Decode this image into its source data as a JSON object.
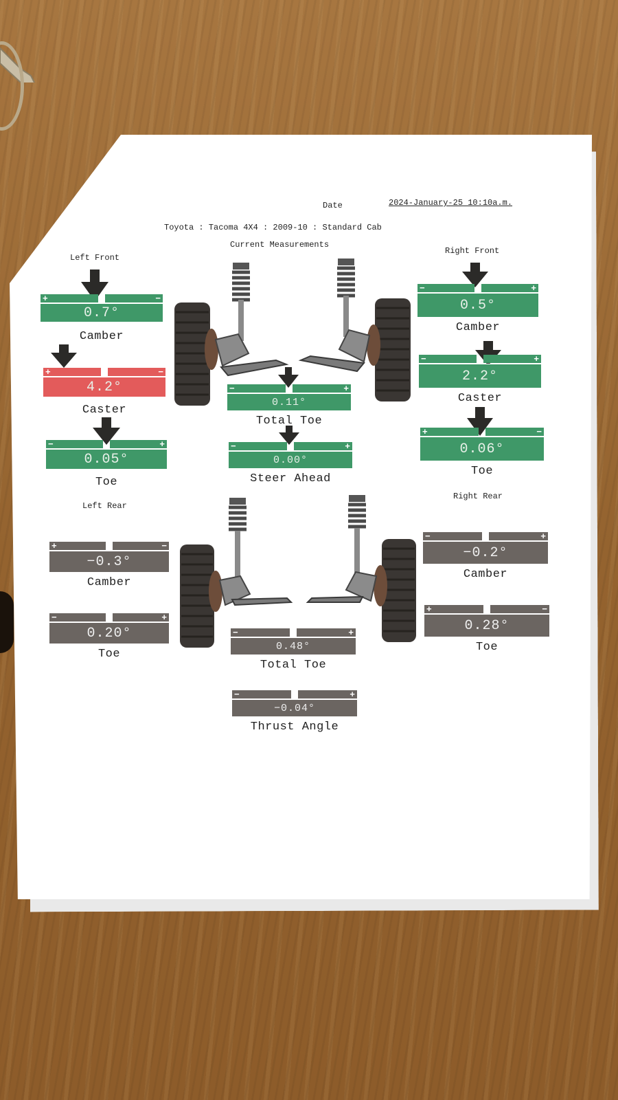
{
  "header": {
    "date_label": "Date",
    "date_value": "2024-January-25 10:10a.m.",
    "vehicle": "Toyota : Tacoma 4X4 : 2009-10 : Standard Cab",
    "subtitle": "Current Measurements"
  },
  "left_front": {
    "title": "Left Front",
    "camber": {
      "value": "0.7°",
      "label": "Camber",
      "left_sign": "+",
      "right_sign": "−"
    },
    "caster": {
      "value": "4.2°",
      "label": "Caster",
      "left_sign": "+",
      "right_sign": "−"
    },
    "toe": {
      "value": "0.05°",
      "label": "Toe",
      "left_sign": "−",
      "right_sign": "+"
    }
  },
  "right_front": {
    "title": "Right Front",
    "camber": {
      "value": "0.5°",
      "label": "Camber",
      "left_sign": "−",
      "right_sign": "+"
    },
    "caster": {
      "value": "2.2°",
      "label": "Caster",
      "left_sign": "−",
      "right_sign": "+"
    },
    "toe": {
      "value": "0.06°",
      "label": "Toe",
      "left_sign": "+",
      "right_sign": "−"
    }
  },
  "front_center": {
    "total_toe": {
      "value": "0.11°",
      "label": "Total Toe",
      "left_sign": "−",
      "right_sign": "+"
    },
    "steer_ahead": {
      "value": "0.00°",
      "label": "Steer Ahead",
      "left_sign": "−",
      "right_sign": "+"
    }
  },
  "left_rear": {
    "title": "Left Rear",
    "camber": {
      "value": "−0.3°",
      "label": "Camber",
      "left_sign": "+",
      "right_sign": "−"
    },
    "toe": {
      "value": "0.20°",
      "label": "Toe",
      "left_sign": "−",
      "right_sign": "+"
    }
  },
  "right_rear": {
    "title": "Right Rear",
    "camber": {
      "value": "−0.2°",
      "label": "Camber",
      "left_sign": "−",
      "right_sign": "+"
    },
    "toe": {
      "value": "0.28°",
      "label": "Toe",
      "left_sign": "+",
      "right_sign": "−"
    }
  },
  "rear_center": {
    "total_toe": {
      "value": "0.48°",
      "label": "Total Toe",
      "left_sign": "−",
      "right_sign": "+"
    },
    "thrust_angle": {
      "value": "−0.04°",
      "label": "Thrust Angle",
      "left_sign": "−",
      "right_sign": "+"
    }
  },
  "colors": {
    "in_spec": "#3f9868",
    "out_of_spec": "#e35b5b",
    "no_spec": "#6b6561"
  }
}
